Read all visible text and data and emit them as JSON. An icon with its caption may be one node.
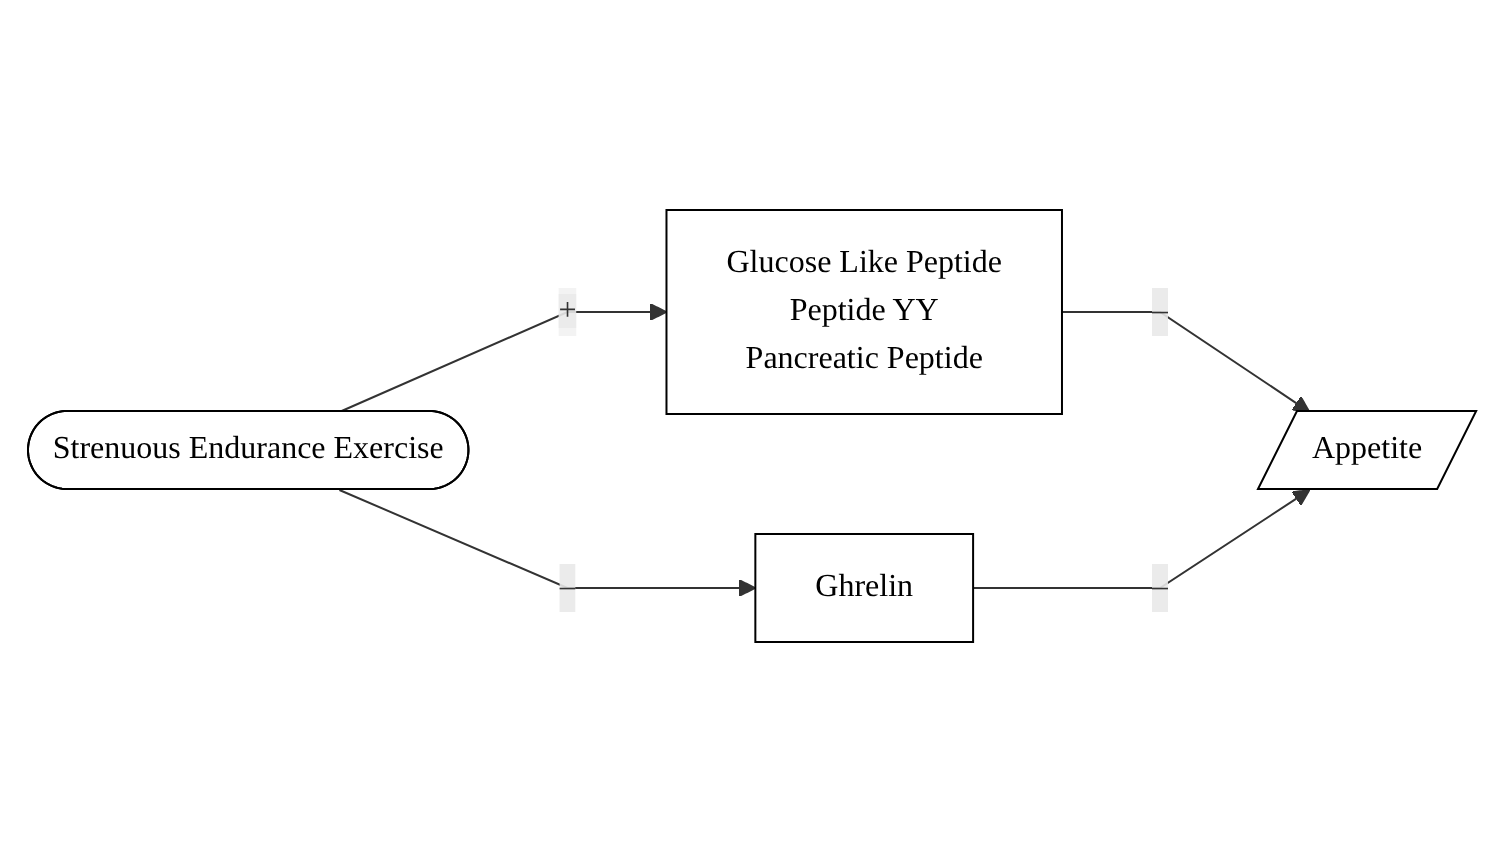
{
  "diagram": {
    "nodes": [
      {
        "text": [
          "Strenuous Endurance Exercise"
        ]
      },
      {
        "text": [
          "Glucose Like Peptide",
          "Peptide YY",
          "Pancreatic Peptide"
        ]
      },
      {
        "text": [
          "Ghrelin"
        ]
      },
      {
        "text": [
          "Appetite"
        ]
      }
    ],
    "edges": [
      {
        "from": 0,
        "to": 1,
        "arrow": "to",
        "label": "+"
      },
      {
        "from": 0,
        "to": 2,
        "arrow": "to",
        "label": "–"
      },
      {
        "from": 1,
        "to": 3,
        "arrow": "to",
        "label": "–"
      },
      {
        "from": 2,
        "to": 3,
        "arrow": "to",
        "label": "–"
      }
    ]
  }
}
